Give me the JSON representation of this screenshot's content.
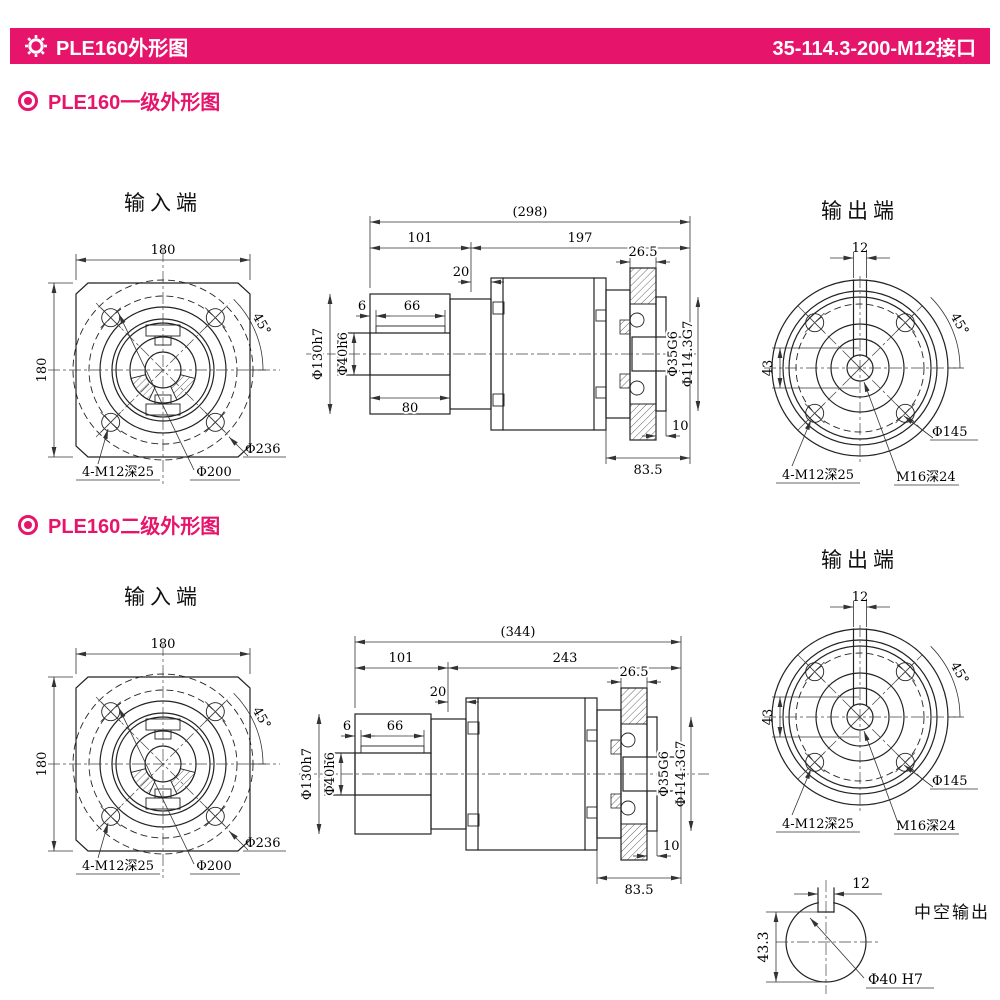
{
  "header": {
    "title": "PLE160外形图",
    "spec": "35-114.3-200-M12接口"
  },
  "colors": {
    "accent": "#e6156b",
    "line": "#222222"
  },
  "sections": [
    {
      "title": "PLE160一级外形图",
      "input_view": {
        "title": "输入端",
        "dim_width": "180",
        "dim_height": "180",
        "angle": "45°",
        "outer_dia": "Φ236",
        "bolt_circle": "Φ200",
        "bolt_spec": "4-M12深25"
      },
      "side_view": {
        "overall_len": "(298)",
        "front_len": "101",
        "body_len": "197",
        "pilot_len": "20",
        "flange_thk": "26.5",
        "key_offset": "6",
        "key_len": "66",
        "bore_depth": "80",
        "input_flange_dia": "Φ130h7",
        "input_bore_dia": "Φ40h6",
        "output_shaft_dia": "Φ35G6",
        "spigot_dia": "Φ114.3G7",
        "spigot_len": "10",
        "rear_len": "83.5"
      },
      "output_view": {
        "title": "输出端",
        "key_width": "12",
        "key_height": "43",
        "angle": "45°",
        "bolt_circle": "Φ145",
        "bolt_spec": "4-M12深25",
        "center_tap": "M16深24"
      }
    },
    {
      "title": "PLE160二级外形图",
      "input_view": {
        "title": "输入端",
        "dim_width": "180",
        "dim_height": "180",
        "angle": "45°",
        "outer_dia": "Φ236",
        "bolt_circle": "Φ200",
        "bolt_spec": "4-M12深25"
      },
      "side_view": {
        "overall_len": "(344)",
        "front_len": "101",
        "body_len": "243",
        "pilot_len": "20",
        "flange_thk": "26.5",
        "key_offset": "6",
        "key_len": "66",
        "input_flange_dia": "Φ130h7",
        "input_bore_dia": "Φ40h6",
        "output_shaft_dia": "Φ35G6",
        "spigot_dia": "Φ114.3G7",
        "spigot_len": "10",
        "rear_len": "83.5"
      },
      "output_view": {
        "title": "输出端",
        "key_width": "12",
        "key_height": "43",
        "angle": "45°",
        "bolt_circle": "Φ145",
        "bolt_spec": "4-M12深25",
        "center_tap": "M16深24"
      },
      "hollow_view": {
        "label": "中空输出",
        "key_width": "12",
        "bore_depth": "43.3",
        "bore_dia": "Φ40 H7"
      }
    }
  ]
}
